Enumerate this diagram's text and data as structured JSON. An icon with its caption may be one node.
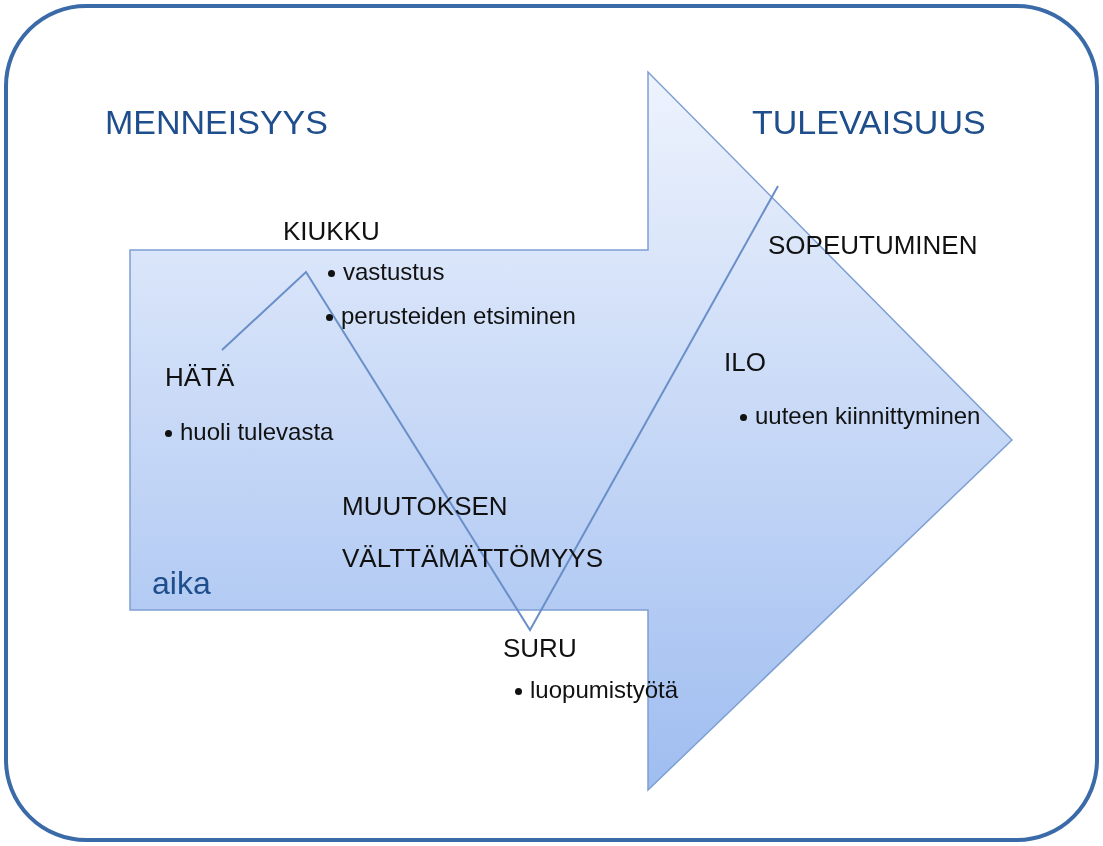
{
  "diagram": {
    "labels": [
      "MENNEISYYS",
      "TULEVAISUUS",
      "KIUKKU",
      "vastustus",
      "SOPEUTUMINEN",
      "perusteiden etsiminen",
      "HÄTÄ",
      "ILO",
      "uuteen kiinnittyminen",
      "huoli tulevasta",
      "MUUTOKSEN VÄLTTÄMÄTTÖMYYS",
      "aika",
      "SURU",
      "luopumistyötä"
    ]
  }
}
